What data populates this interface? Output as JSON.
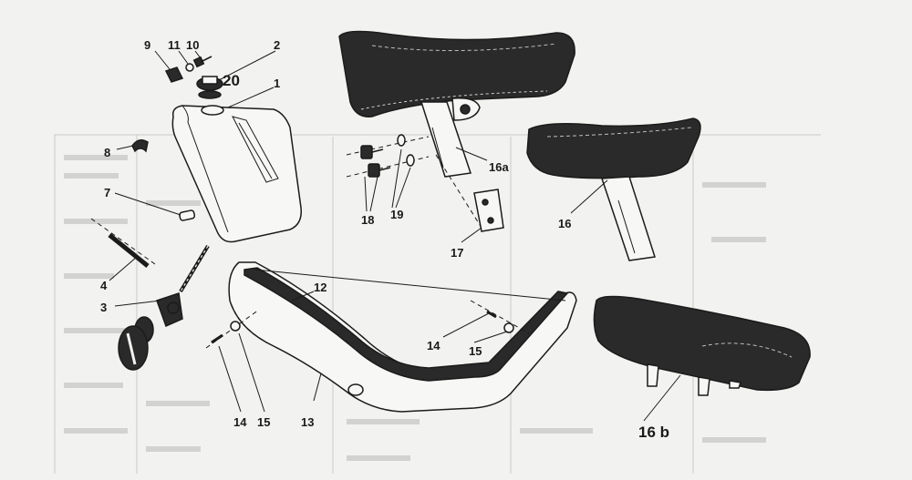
{
  "callouts": {
    "l1": "1",
    "l2": "2",
    "l20": "20",
    "l9": "9",
    "l11": "11",
    "l10": "10",
    "l8": "8",
    "l7": "7",
    "l4": "4",
    "l3": "3",
    "l12": "12",
    "l13": "13",
    "l14a": "14",
    "l15a": "15",
    "l14b": "14",
    "l15b": "15",
    "l16a": "16a",
    "l16": "16",
    "l16b": "16 b",
    "l17": "17",
    "l18": "18",
    "l19": "19"
  }
}
